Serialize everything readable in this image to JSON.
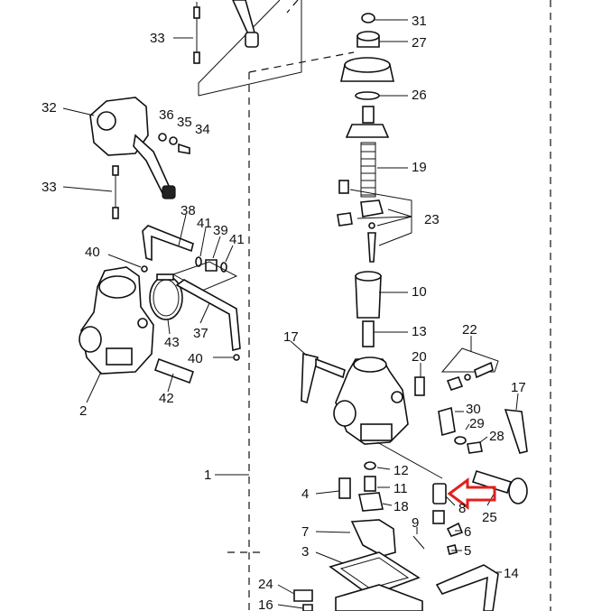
{
  "labels": {
    "l1": "1",
    "l2": "2",
    "l3": "3",
    "l4": "4",
    "l5": "5",
    "l6": "6",
    "l7": "7",
    "l8": "8",
    "l9": "9",
    "l10": "10",
    "l11": "11",
    "l12": "12",
    "l13": "13",
    "l14": "14",
    "l16": "16",
    "l17a": "17",
    "l17b": "17",
    "l18": "18",
    "l19": "19",
    "l20": "20",
    "l22": "22",
    "l23": "23",
    "l24": "24",
    "l25": "25",
    "l26": "26",
    "l27": "27",
    "l28": "28",
    "l29": "29",
    "l30": "30",
    "l31": "31",
    "l32": "32",
    "l33a": "33",
    "l33b": "33",
    "l34": "34",
    "l35": "35",
    "l36": "36",
    "l37": "37",
    "l38": "38",
    "l39": "39",
    "l40a": "40",
    "l40b": "40",
    "l41a": "41",
    "l41b": "41",
    "l42": "42",
    "l43": "43"
  },
  "highlight": {
    "arrow_color": "#e0201c",
    "points_to": "8"
  }
}
